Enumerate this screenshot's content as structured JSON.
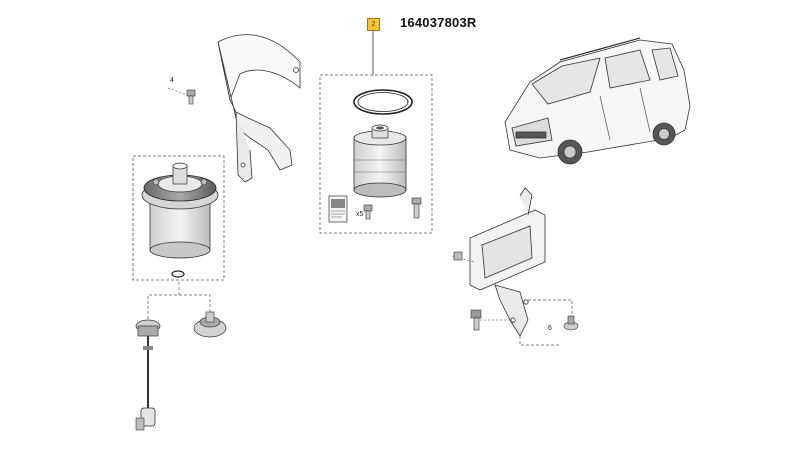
{
  "diagram": {
    "part_number": "164037803R",
    "callout_marker": "2",
    "labels": {
      "top_left_screw": "4",
      "kit_qty": "x5",
      "bracket_bolt": "6"
    }
  },
  "colors": {
    "line": "#3a3a3a",
    "callout_fill": "#f5c542",
    "background": "#ffffff"
  }
}
